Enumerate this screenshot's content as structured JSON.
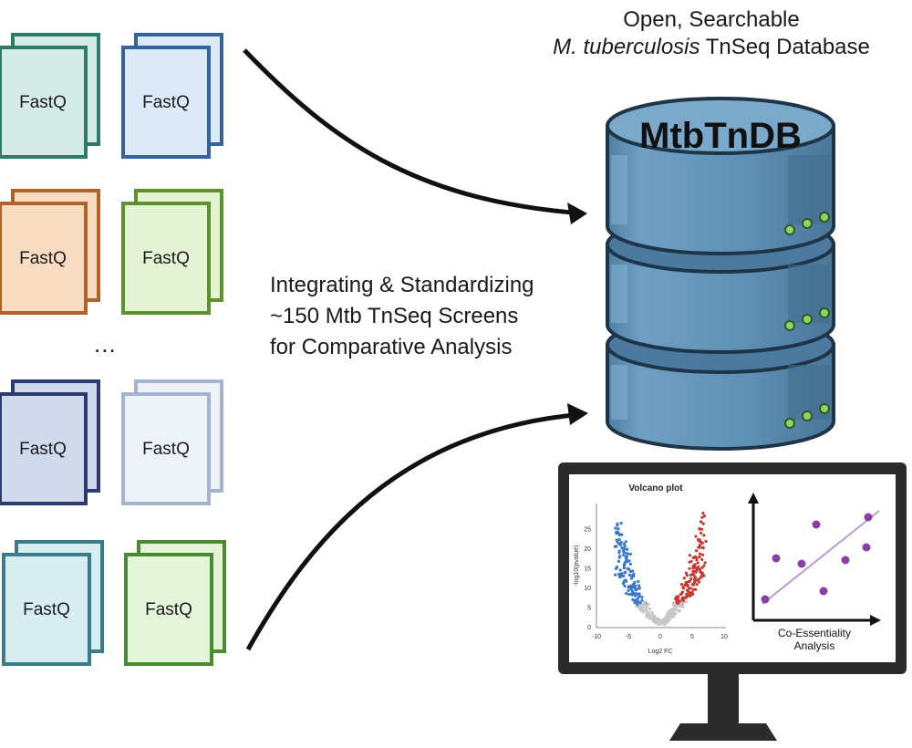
{
  "header": {
    "line1": "Open, Searchable",
    "line2_italic": "M. tuberculosis",
    "line2_rest": " TnSeq Database"
  },
  "middle_text": {
    "line1": "Integrating & Standardizing",
    "line2": "~150 Mtb TnSeq Screens",
    "line3": "for Comparative Analysis"
  },
  "ellipsis": "...",
  "database": {
    "label": "MtbTnDB"
  },
  "files": [
    {
      "label": "FastQ",
      "front": "#d4ece5",
      "stroke": "#2e7b66"
    },
    {
      "label": "FastQ",
      "front": "#dce9f8",
      "stroke": "#3563a2"
    },
    {
      "label": "FastQ",
      "front": "#f7dcc2",
      "stroke": "#b26128"
    },
    {
      "label": "FastQ",
      "front": "#e5f3d5",
      "stroke": "#5e922f"
    },
    {
      "label": "FastQ",
      "front": "#d1d9ec",
      "stroke": "#2c3c70"
    },
    {
      "label": "FastQ",
      "front": "#edf2f8",
      "stroke": "#a4b4ce"
    },
    {
      "label": "FastQ",
      "front": "#d6eef2",
      "stroke": "#3b7c8b"
    },
    {
      "label": "FastQ",
      "front": "#e3f4d9",
      "stroke": "#4a8a32"
    }
  ],
  "monitor": {
    "volcano_title": "Volcano plot",
    "volcano_xlabel": "Log2 FC",
    "volcano_ylabel": "-log10(pvalue)",
    "volcano_xticks": [
      "-10",
      "-5",
      "0",
      "5",
      "10"
    ],
    "volcano_yticks": [
      "0",
      "5",
      "10",
      "15",
      "20",
      "25"
    ],
    "coessentiality_line1": "Co-Essentiality",
    "coessentiality_line2": "Analysis"
  },
  "colors": {
    "db_side": "#5a8cb1",
    "db_light": "#7aa9cb",
    "db_top": "#7aa9cb",
    "volcano_blue": "#3a78c9",
    "volcano_red": "#c9352f",
    "volcano_grey": "#c7c7c7",
    "scatter_purple": "#8a3ea8"
  }
}
